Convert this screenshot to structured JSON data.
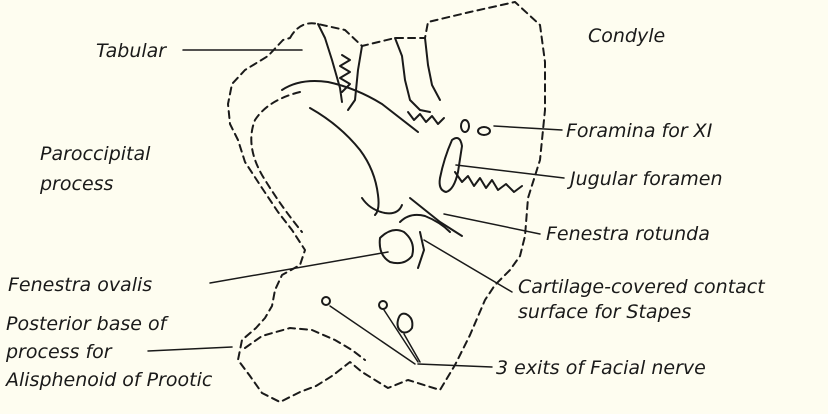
{
  "labels": {
    "tabular": "Tabular",
    "condyle": "Condyle",
    "paroccipital_1": "Paroccipital",
    "paroccipital_2": "process",
    "foramina_xi": "Foramina for XI",
    "jugular_foramen": "Jugular foramen",
    "fenestra_rotunda": "Fenestra rotunda",
    "fenestra_ovalis": "Fenestra ovalis",
    "cartilage_1": "Cartilage-covered contact",
    "cartilage_2": "surface for Stapes",
    "posterior_1": "Posterior base of",
    "posterior_2": "process for",
    "posterior_3": "Alisphenoid of Prootic",
    "facial_nerve": "3 exits of Facial nerve"
  }
}
